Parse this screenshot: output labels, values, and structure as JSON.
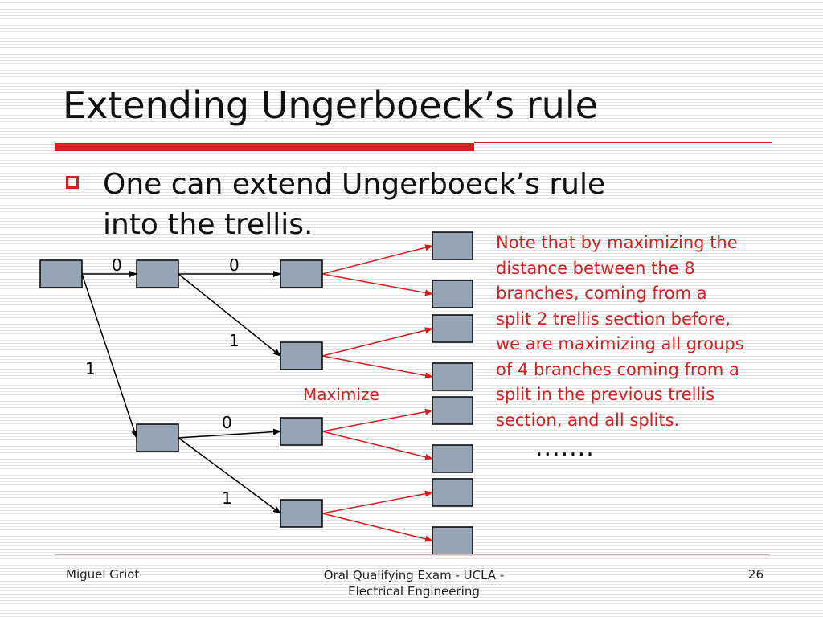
{
  "slide": {
    "title": "Extending Ungerboeck’s rule",
    "bullet": "One can extend Ungerboeck’s rule\ninto the trellis.",
    "note": "Note that by maximizing the\ndistance  between the 8\nbranches, coming from a\nsplit 2 trellis section before,\nwe are maximizing all groups\nof 4 branches coming from a\nsplit in the previous trellis\nsection, and all splits.",
    "ellipsis": ".......",
    "colors": {
      "accent": "#d21f1f",
      "node_fill": "#97a4b6"
    }
  },
  "diagram": {
    "branch_labels": {
      "stage1_top": "0",
      "stage1_bottom": "1",
      "stage2_a_top": "0",
      "stage2_a_bottom": "1",
      "stage2_b_top": "0",
      "stage2_b_bottom": "1"
    },
    "maximize_label": "Maximize"
  },
  "footer": {
    "author": "Miguel Griot",
    "event": "Oral Qualifying Exam - UCLA -\nElectrical Engineering",
    "page": "26"
  }
}
